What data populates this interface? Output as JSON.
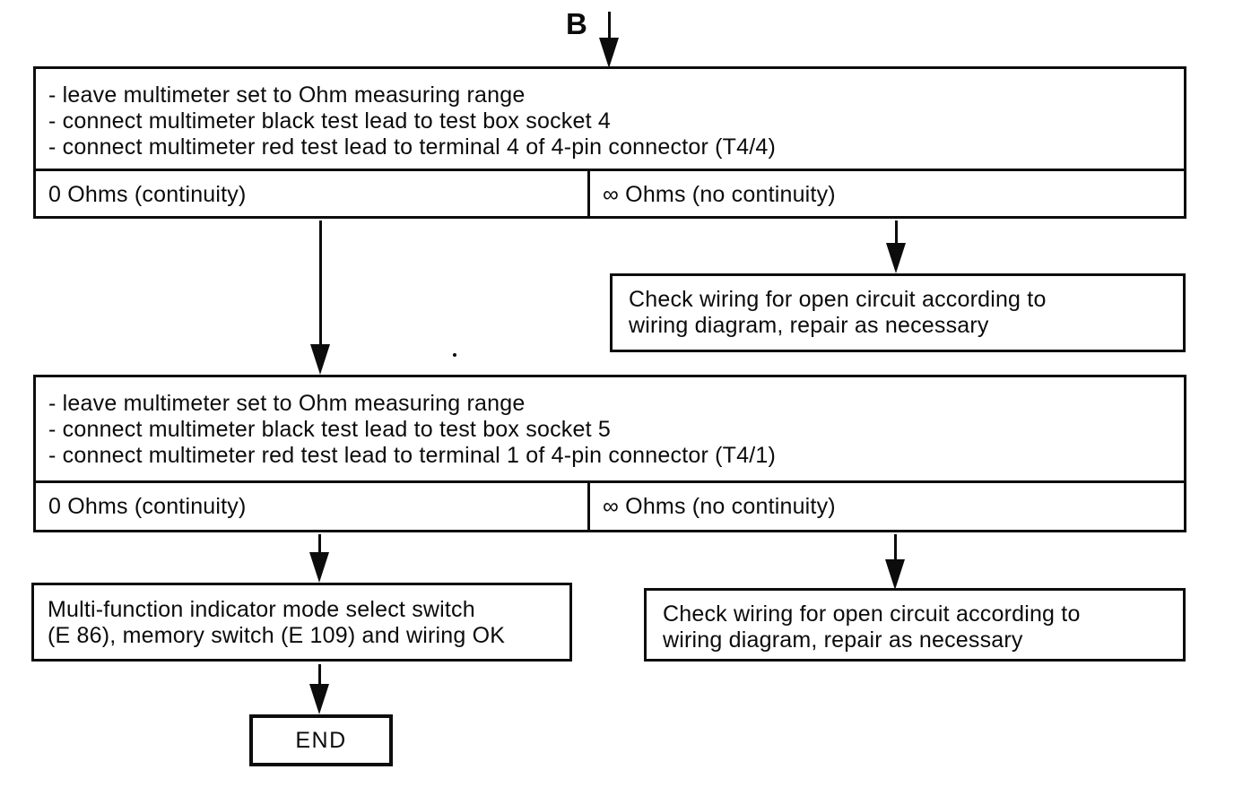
{
  "flow": {
    "entry_label": "B",
    "tables": [
      {
        "steps": [
          "- leave multimeter set to Ohm measuring range",
          "- connect multimeter black test lead to test box socket 4",
          "- connect multimeter red test lead to terminal 4 of 4-pin connector (T4/4)"
        ],
        "result_left": "0 Ohms (continuity)",
        "result_right": "∞ Ohms (no continuity)"
      },
      {
        "steps": [
          "- leave multimeter set to Ohm measuring range",
          "- connect multimeter black test lead to test box socket 5",
          "- connect multimeter red test lead to terminal 1 of 4-pin connector (T4/1)"
        ],
        "result_left": "0 Ohms (continuity)",
        "result_right": "∞ Ohms (no continuity)"
      }
    ],
    "boxes": {
      "check_wiring_1": {
        "lines": [
          "Check wiring for open circuit according to",
          "wiring diagram, repair as necessary"
        ]
      },
      "check_wiring_2": {
        "lines": [
          "Check wiring for open circuit according to",
          "wiring diagram, repair as necessary"
        ]
      },
      "ok_result": {
        "lines": [
          "Multi-function indicator mode select switch",
          "(E 86), memory switch (E 109) and wiring OK"
        ]
      },
      "end": {
        "label": "END"
      }
    },
    "colors": {
      "ink": "#0b0b0b",
      "background": "#ffffff"
    }
  }
}
